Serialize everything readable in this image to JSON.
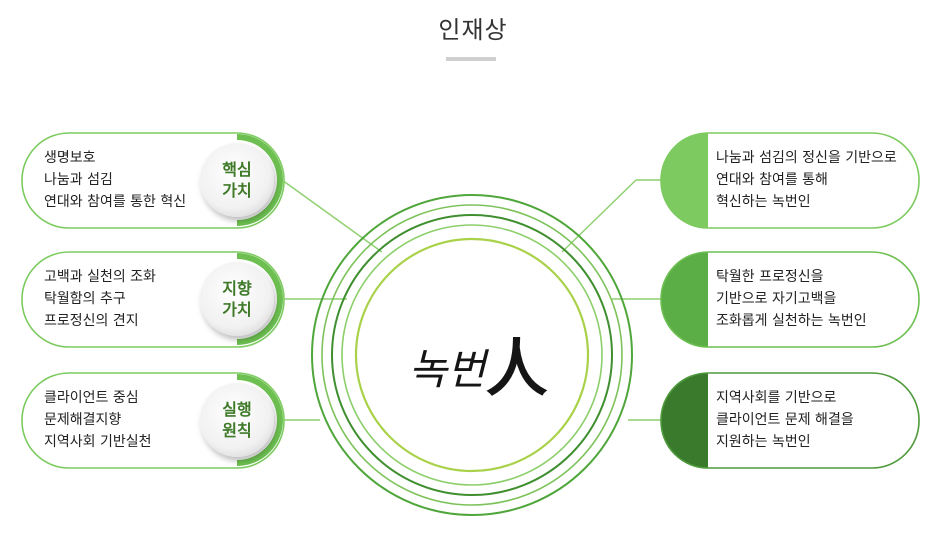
{
  "title": "인재상",
  "center_logo": {
    "prefix": "녹번",
    "suffix": "人"
  },
  "left_groups": [
    {
      "badge": [
        "핵심",
        "가치"
      ],
      "items": [
        "생명보호",
        "나눔과 섬김",
        "연대와 참여를 통한 혁신"
      ]
    },
    {
      "badge": [
        "지향",
        "가치"
      ],
      "items": [
        "고백과 실천의 조화",
        "탁월함의 추구",
        "프로정신의 견지"
      ]
    },
    {
      "badge": [
        "실행",
        "원칙"
      ],
      "items": [
        "클라이언트 중심",
        "문제해결지향",
        "지역사회 기반실천"
      ]
    }
  ],
  "right_groups": [
    {
      "items": [
        "나눔과 섬김의 정신을 기반으로",
        "연대와 참여를 통해",
        "혁신하는 녹번인"
      ],
      "accent": "#7dcb60"
    },
    {
      "items": [
        "탁월한 프로정신을",
        "기반으로 자기고백을",
        "조화롭게 실천하는 녹번인"
      ],
      "accent": "#5aae45"
    },
    {
      "items": [
        "지역사회를 기반으로",
        "클라이언트 문제 해결을",
        "지원하는 녹번인"
      ],
      "accent": "#3a7a2d"
    }
  ],
  "colors": {
    "pill_border": "#7dcb60",
    "badge_ring": "#6cbf50",
    "circle_green": "#4fa63a",
    "circle_light": "#a9d24a"
  }
}
